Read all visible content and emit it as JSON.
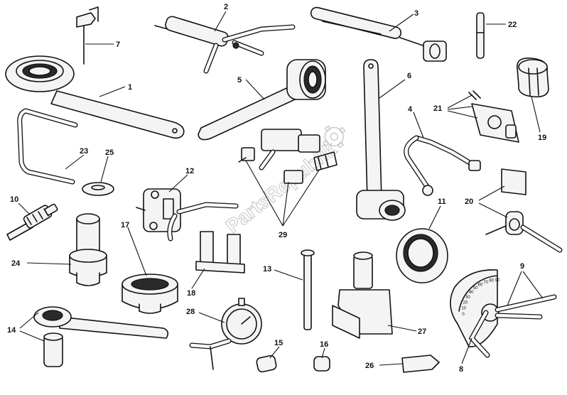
{
  "watermark": "PartsRepublik",
  "callouts": [
    "1",
    "2",
    "3",
    "4",
    "5",
    "6",
    "7",
    "8",
    "9",
    "10",
    "11",
    "12",
    "13",
    "14",
    "15",
    "16",
    "17",
    "18",
    "19",
    "20",
    "21",
    "22",
    "23",
    "24",
    "25",
    "26",
    "27",
    "28",
    "29"
  ],
  "protractor_scale": [
    "0",
    "10",
    "20",
    "30",
    "40",
    "50",
    "60",
    "70",
    "80",
    "90"
  ],
  "colors": {
    "line": "#111111",
    "fill": "#f4f4f4",
    "watermark": "#c9c9c9"
  }
}
